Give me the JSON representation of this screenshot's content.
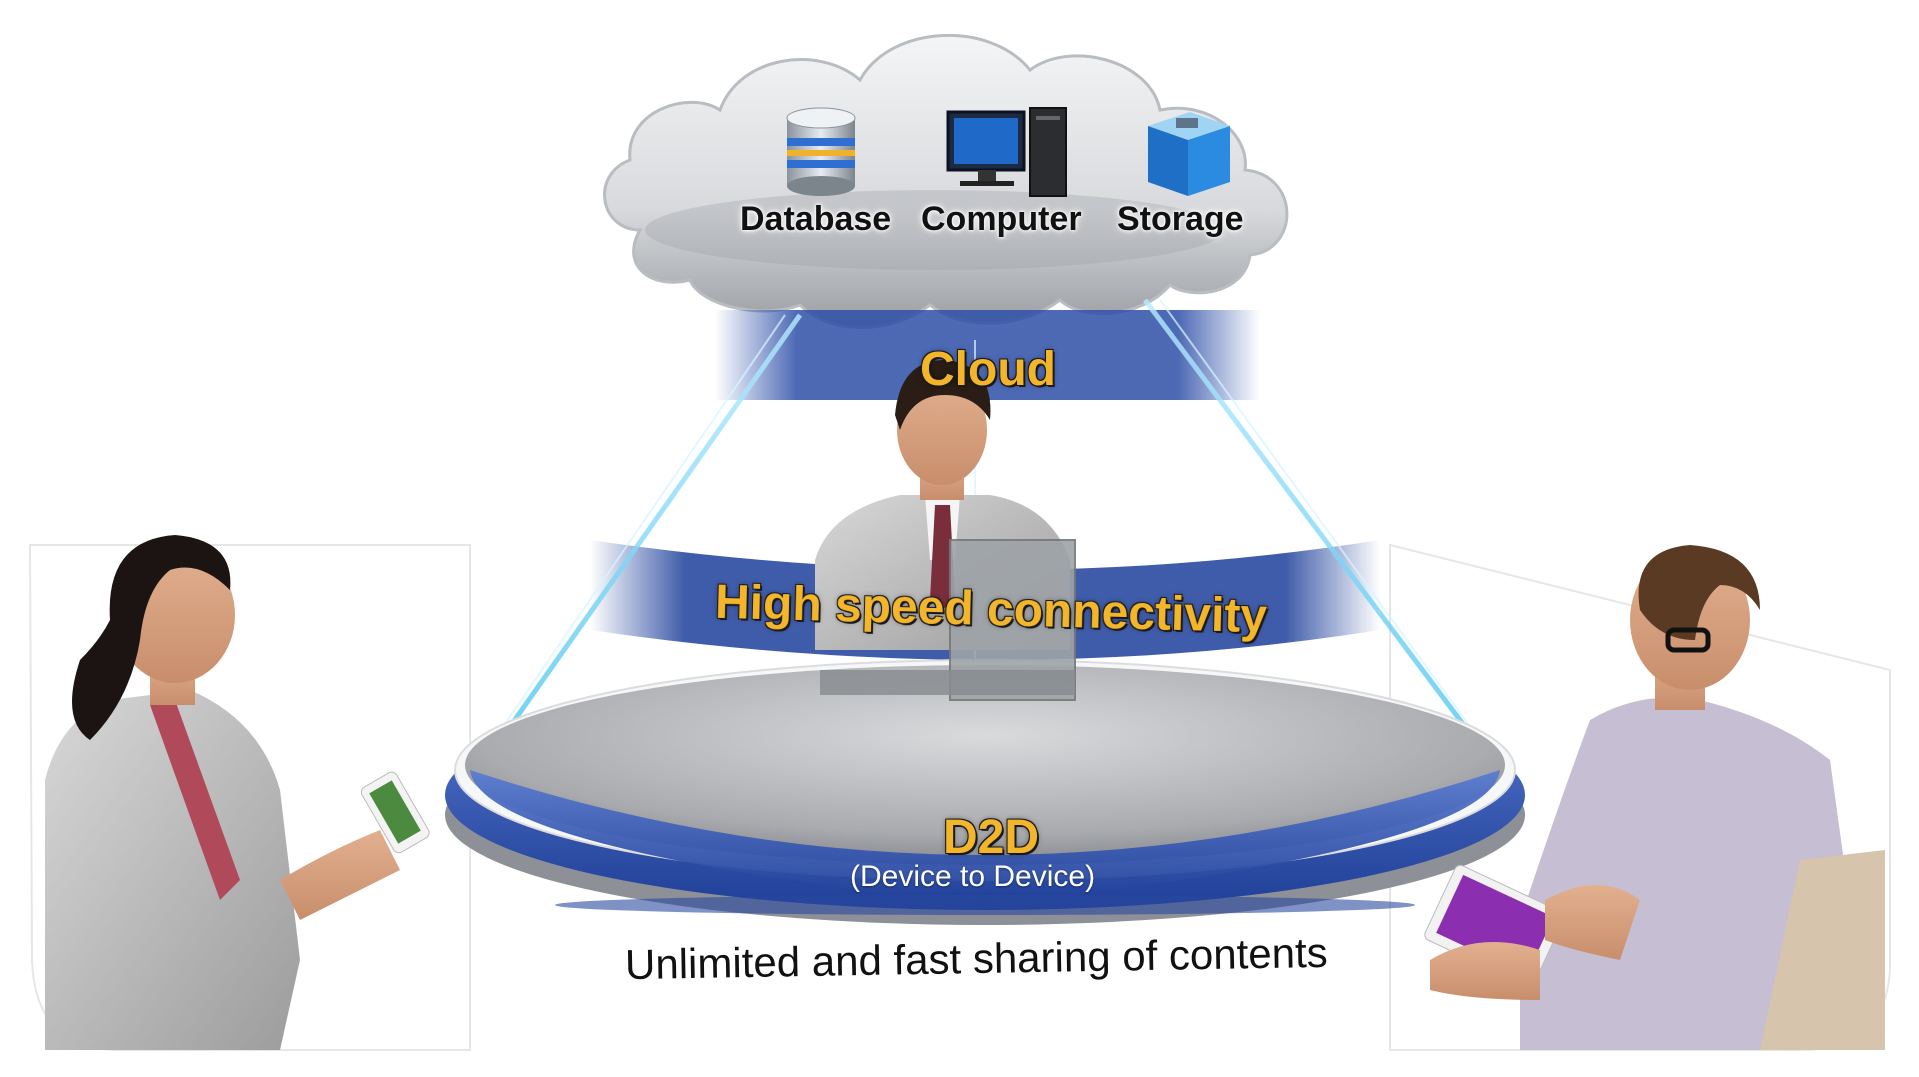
{
  "cloud": {
    "items": [
      {
        "label": "Database",
        "icon": "database-icon"
      },
      {
        "label": "Computer",
        "icon": "computer-icon"
      },
      {
        "label": "Storage",
        "icon": "storage-icon"
      }
    ]
  },
  "bands": {
    "cloud": "Cloud",
    "connectivity": "High speed connectivity",
    "d2d": "D2D",
    "d2d_sub": "(Device to Device)"
  },
  "caption": "Unlimited and fast sharing of contents",
  "colors": {
    "band_blue": "#2e4fa8",
    "label_gold": "#f3b52a",
    "beam_cyan": "#7fd8f5",
    "platform_grey": "#bfc1c4"
  }
}
